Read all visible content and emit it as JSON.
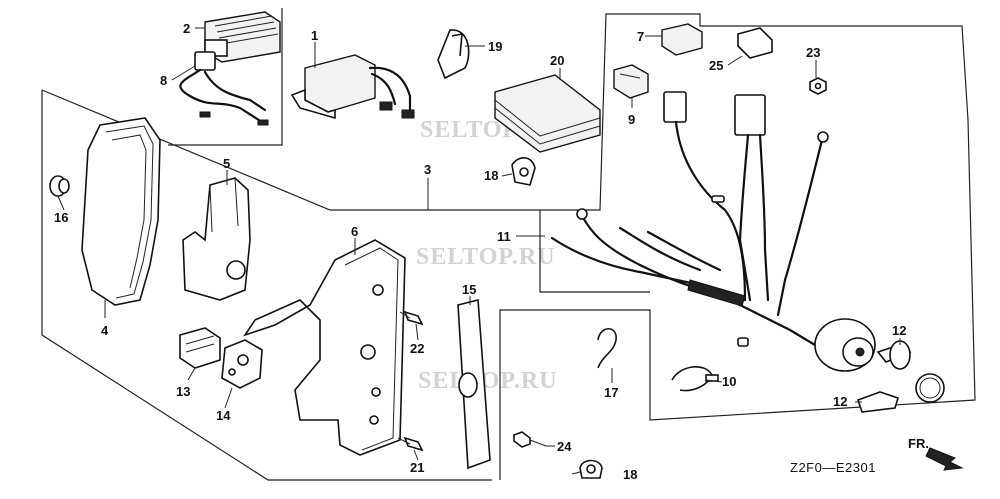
{
  "diagram": {
    "code": "Z2F0—E2301",
    "direction_label": "FR.",
    "watermark": "SELTOP.RU",
    "callouts": {
      "p1": "1",
      "p2": "2",
      "p3": "3",
      "p4": "4",
      "p5": "5",
      "p6": "6",
      "p7": "7",
      "p8": "8",
      "p9": "9",
      "p10": "10",
      "p11": "11",
      "p12a": "12",
      "p12b": "12",
      "p13": "13",
      "p14": "14",
      "p15": "15",
      "p16": "16",
      "p17": "17",
      "p18a": "18",
      "p18b": "18",
      "p19": "19",
      "p20": "20",
      "p21": "21",
      "p22": "22",
      "p23": "23",
      "p24": "24",
      "p25": "25"
    }
  }
}
